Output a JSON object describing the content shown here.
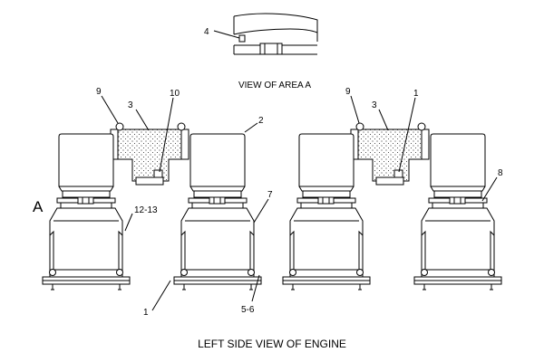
{
  "diagram": {
    "detail_caption": "VIEW OF AREA A",
    "main_caption": "LEFT SIDE VIEW OF ENGINE",
    "view_letter": "A",
    "callouts": {
      "c4": "4",
      "c9_left": "9",
      "c3_left": "3",
      "c10": "10",
      "c2": "2",
      "c9_right": "9",
      "c3_right": "3",
      "c1_top": "1",
      "c8": "8",
      "c7": "7",
      "c12_13": "12-13",
      "c1_bottom": "1",
      "c5_6": "5-6"
    }
  }
}
